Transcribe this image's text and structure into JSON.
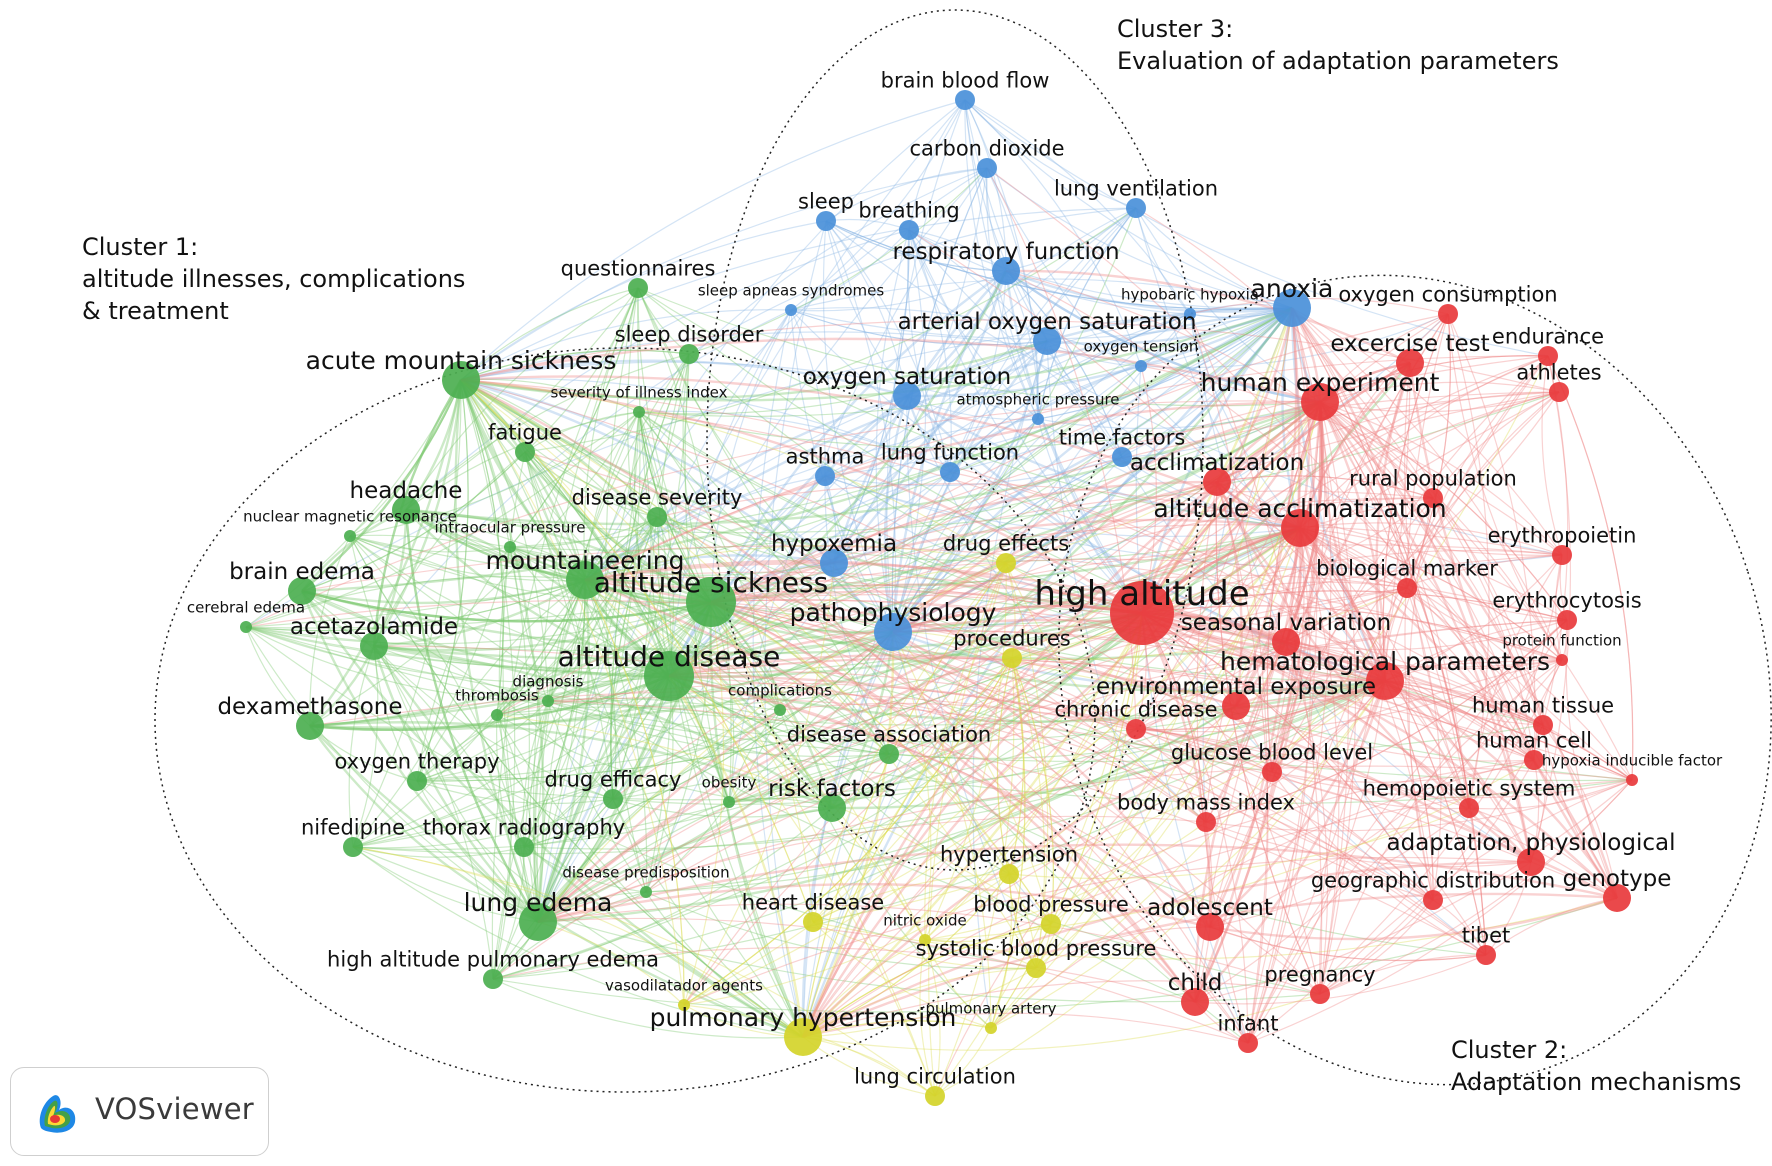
{
  "colors": {
    "cluster1": "#4caf50",
    "cluster2": "#e8393c",
    "cluster3": "#4a90d9",
    "cluster4": "#d4d42a",
    "green_edge": "#7cc96e",
    "red_edge": "#f08a8a",
    "blue_edge": "#8fb8e6",
    "yellow_edge": "#dede55",
    "node_text": "#111111"
  },
  "annotations": {
    "cluster1": [
      "Cluster 1:",
      "altitude illnesses, complications",
      "& treatment"
    ],
    "cluster2": [
      "Cluster 2:",
      "Adaptation mechanisms"
    ],
    "cluster3": [
      "Cluster 3:",
      "Evaluation of adaptation parameters"
    ]
  },
  "branding": {
    "name": "VOSviewer",
    "logo_icon": "vosviewer-heatmap-icon"
  },
  "nodes": [
    {
      "label": "brain blood flow",
      "cluster": 3,
      "weight": 2
    },
    {
      "label": "carbon dioxide",
      "cluster": 3,
      "weight": 2
    },
    {
      "label": "lung ventilation",
      "cluster": 3,
      "weight": 2
    },
    {
      "label": "sleep",
      "cluster": 3,
      "weight": 2
    },
    {
      "label": "breathing",
      "cluster": 3,
      "weight": 2
    },
    {
      "label": "respiratory function",
      "cluster": 3,
      "weight": 3
    },
    {
      "label": "sleep apneas syndromes",
      "cluster": 3,
      "weight": 1
    },
    {
      "label": "hypobaric hypoxia",
      "cluster": 3,
      "weight": 1
    },
    {
      "label": "anoxia",
      "cluster": 3,
      "weight": 4
    },
    {
      "label": "arterial oxygen saturation",
      "cluster": 3,
      "weight": 3
    },
    {
      "label": "oxygen tension",
      "cluster": 3,
      "weight": 1
    },
    {
      "label": "oxygen saturation",
      "cluster": 3,
      "weight": 3
    },
    {
      "label": "atmospheric pressure",
      "cluster": 3,
      "weight": 1
    },
    {
      "label": "lung function",
      "cluster": 3,
      "weight": 2
    },
    {
      "label": "time factors",
      "cluster": 3,
      "weight": 2
    },
    {
      "label": "asthma",
      "cluster": 3,
      "weight": 2
    },
    {
      "label": "hypoxemia",
      "cluster": 3,
      "weight": 3
    },
    {
      "label": "pathophysiology",
      "cluster": 3,
      "weight": 4
    },
    {
      "label": "questionnaires",
      "cluster": 1,
      "weight": 2
    },
    {
      "label": "sleep disorder",
      "cluster": 1,
      "weight": 2
    },
    {
      "label": "severity of illness index",
      "cluster": 1,
      "weight": 1
    },
    {
      "label": "acute mountain sickness",
      "cluster": 1,
      "weight": 4
    },
    {
      "label": "fatigue",
      "cluster": 1,
      "weight": 2
    },
    {
      "label": "headache",
      "cluster": 1,
      "weight": 3
    },
    {
      "label": "nuclear magnetic resonance",
      "cluster": 1,
      "weight": 1
    },
    {
      "label": "intraocular pressure",
      "cluster": 1,
      "weight": 1
    },
    {
      "label": "disease severity",
      "cluster": 1,
      "weight": 2
    },
    {
      "label": "mountaineering",
      "cluster": 1,
      "weight": 4
    },
    {
      "label": "altitude sickness",
      "cluster": 1,
      "weight": 5
    },
    {
      "label": "brain edema",
      "cluster": 1,
      "weight": 3
    },
    {
      "label": "cerebral edema",
      "cluster": 1,
      "weight": 1
    },
    {
      "label": "acetazolamide",
      "cluster": 1,
      "weight": 3
    },
    {
      "label": "altitude disease",
      "cluster": 1,
      "weight": 5
    },
    {
      "label": "dexamethasone",
      "cluster": 1,
      "weight": 3
    },
    {
      "label": "thrombosis",
      "cluster": 1,
      "weight": 1
    },
    {
      "label": "diagnosis",
      "cluster": 1,
      "weight": 1
    },
    {
      "label": "complications",
      "cluster": 1,
      "weight": 1
    },
    {
      "label": "oxygen therapy",
      "cluster": 1,
      "weight": 2
    },
    {
      "label": "drug efficacy",
      "cluster": 1,
      "weight": 2
    },
    {
      "label": "obesity",
      "cluster": 1,
      "weight": 1
    },
    {
      "label": "risk factors",
      "cluster": 1,
      "weight": 3
    },
    {
      "label": "nifedipine",
      "cluster": 1,
      "weight": 2
    },
    {
      "label": "thorax radiography",
      "cluster": 1,
      "weight": 2
    },
    {
      "label": "disease predisposition",
      "cluster": 1,
      "weight": 1
    },
    {
      "label": "lung edema",
      "cluster": 1,
      "weight": 4
    },
    {
      "label": "high altitude pulmonary edema",
      "cluster": 1,
      "weight": 2
    },
    {
      "label": "disease association",
      "cluster": 1,
      "weight": 2
    },
    {
      "label": "drug effects",
      "cluster": 4,
      "weight": 2
    },
    {
      "label": "procedures",
      "cluster": 4,
      "weight": 2
    },
    {
      "label": "hypertension",
      "cluster": 4,
      "weight": 2
    },
    {
      "label": "heart disease",
      "cluster": 4,
      "weight": 2
    },
    {
      "label": "nitric oxide",
      "cluster": 4,
      "weight": 1
    },
    {
      "label": "blood pressure",
      "cluster": 4,
      "weight": 2
    },
    {
      "label": "systolic blood pressure",
      "cluster": 4,
      "weight": 2
    },
    {
      "label": "vasodilatador agents",
      "cluster": 4,
      "weight": 1
    },
    {
      "label": "pulmonary hypertension",
      "cluster": 4,
      "weight": 4
    },
    {
      "label": "pulmonary artery",
      "cluster": 4,
      "weight": 1
    },
    {
      "label": "lung circulation",
      "cluster": 4,
      "weight": 2
    },
    {
      "label": "oxygen consumption",
      "cluster": 2,
      "weight": 2
    },
    {
      "label": "endurance",
      "cluster": 2,
      "weight": 2
    },
    {
      "label": "excercise test",
      "cluster": 2,
      "weight": 3
    },
    {
      "label": "athletes",
      "cluster": 2,
      "weight": 2
    },
    {
      "label": "human experiment",
      "cluster": 2,
      "weight": 4
    },
    {
      "label": "acclimatization",
      "cluster": 2,
      "weight": 3
    },
    {
      "label": "rural population",
      "cluster": 2,
      "weight": 2
    },
    {
      "label": "altitude acclimatization",
      "cluster": 2,
      "weight": 4
    },
    {
      "label": "erythropoietin",
      "cluster": 2,
      "weight": 2
    },
    {
      "label": "biological marker",
      "cluster": 2,
      "weight": 2
    },
    {
      "label": "high altitude",
      "cluster": 2,
      "weight": 6
    },
    {
      "label": "erythrocytosis",
      "cluster": 2,
      "weight": 2
    },
    {
      "label": "seasonal variation",
      "cluster": 2,
      "weight": 3
    },
    {
      "label": "protein function",
      "cluster": 2,
      "weight": 1
    },
    {
      "label": "hematological parameters",
      "cluster": 2,
      "weight": 4
    },
    {
      "label": "environmental exposure",
      "cluster": 2,
      "weight": 3
    },
    {
      "label": "human tissue",
      "cluster": 2,
      "weight": 2
    },
    {
      "label": "chronic disease",
      "cluster": 2,
      "weight": 2
    },
    {
      "label": "human cell",
      "cluster": 2,
      "weight": 2
    },
    {
      "label": "hypoxia inducible factor",
      "cluster": 2,
      "weight": 1
    },
    {
      "label": "glucose blood level",
      "cluster": 2,
      "weight": 2
    },
    {
      "label": "hemopoietic system",
      "cluster": 2,
      "weight": 2
    },
    {
      "label": "body mass index",
      "cluster": 2,
      "weight": 2
    },
    {
      "label": "adaptation, physiological",
      "cluster": 2,
      "weight": 3
    },
    {
      "label": "geographic distribution",
      "cluster": 2,
      "weight": 2
    },
    {
      "label": "genotype",
      "cluster": 2,
      "weight": 3
    },
    {
      "label": "adolescent",
      "cluster": 2,
      "weight": 3
    },
    {
      "label": "tibet",
      "cluster": 2,
      "weight": 2
    },
    {
      "label": "child",
      "cluster": 2,
      "weight": 3
    },
    {
      "label": "pregnancy",
      "cluster": 2,
      "weight": 2
    },
    {
      "label": "infant",
      "cluster": 2,
      "weight": 2
    }
  ]
}
